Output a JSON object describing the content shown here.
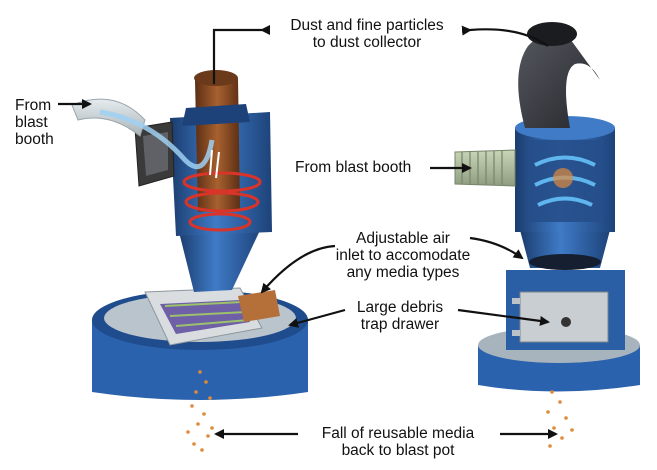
{
  "labels": {
    "dust_collector": [
      "Dust and fine particles",
      "to dust collector"
    ],
    "from_blast_booth_left": [
      "From",
      "blast",
      "booth"
    ],
    "from_blast_booth_right": "From blast booth",
    "adjustable_air_inlet": [
      "Adjustable air",
      "inlet to accomodate",
      "any media types"
    ],
    "debris_trap": [
      "Large debris",
      "trap drawer"
    ],
    "reusable_media": [
      "Fall of reusable media",
      "back to blast pot"
    ]
  },
  "colors": {
    "housing_blue": "#2f63a8",
    "housing_dark": "#1b3c6e",
    "duct_brown": "#8a4a22",
    "arrow_red": "#d8342a",
    "airflow_blue": "#9fd0f2",
    "media_orange": "#e08a3c",
    "hose_dark": "#3a3d44"
  }
}
